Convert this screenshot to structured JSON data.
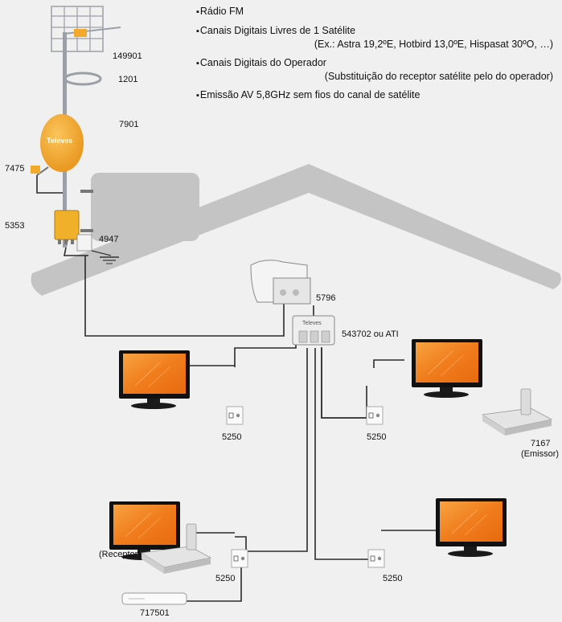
{
  "legend": {
    "items": [
      {
        "text": "Rádio FM",
        "sub": ""
      },
      {
        "text": "Canais Digitais Livres de 1 Satélite",
        "sub": "(Ex.: Astra 19,2ºE, Hotbird 13,0ºE, Hispasat 30ºO, …)"
      },
      {
        "text": "Canais Digitais do Operador",
        "sub": "(Substituição do receptor satélite pelo do operador)"
      },
      {
        "text": "Emissão AV 5,8GHz sem fios do canal de satélite",
        "sub": ""
      }
    ]
  },
  "labels": {
    "antenna": "149901",
    "ring": "1201",
    "dish": "7901",
    "lnb": "7475",
    "amplifier": "5353",
    "grounding": "4947",
    "multiswitch": "5796",
    "splitter": "543702 ou ATI",
    "outlet_tl": "5250",
    "outlet_tr": "5250",
    "outlet_bl": "5250",
    "outlet_br": "5250",
    "emitter_code": "7167",
    "emitter_name": "(Emissor)",
    "receiver_name": "(Receptor)",
    "receiver_box": "717501"
  },
  "brand": {
    "name": "Televes",
    "dish_color": "#f2a92c",
    "screen_color": "#f07d1d",
    "house_color": "#c4c4c4"
  }
}
